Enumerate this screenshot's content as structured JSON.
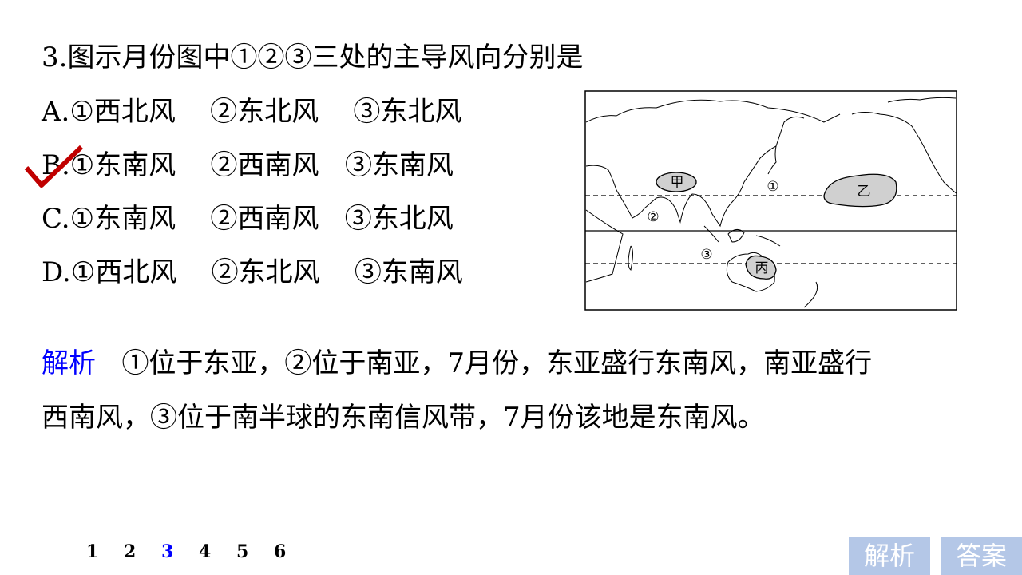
{
  "question": "3.图示月份图中①②③三处的主导风向分别是",
  "options": [
    {
      "letter": "A.",
      "parts": [
        "①西北风",
        "②东北风",
        "③东北风"
      ]
    },
    {
      "letter": "B.",
      "parts": [
        "①东南风",
        "②西南风",
        "③东南风"
      ]
    },
    {
      "letter": "C.",
      "parts": [
        "①东南风",
        "②西南风",
        "③东北风"
      ]
    },
    {
      "letter": "D.",
      "parts": [
        "①西北风",
        "②东北风",
        "③东南风"
      ]
    }
  ],
  "correct_option": "B",
  "map": {
    "labels": {
      "jia": "甲",
      "yi": "乙",
      "bing": "丙",
      "c1": "①",
      "c2": "②",
      "c3": "③"
    }
  },
  "explanation": {
    "label": "解析",
    "line1": "①位于东亚，②位于南亚，7月份，东亚盛行东南风，南亚盛行",
    "line2": "西南风，③位于南半球的东南信风带，7月份该地是东南风。"
  },
  "pager": {
    "pages": [
      "1",
      "2",
      "3",
      "4",
      "5",
      "6"
    ],
    "current": "3"
  },
  "buttons": {
    "analysis": "解析",
    "answer": "答案"
  },
  "colors": {
    "accent": "#0000ff",
    "button_bg": "#b4c7e7",
    "check": "#c00000"
  }
}
